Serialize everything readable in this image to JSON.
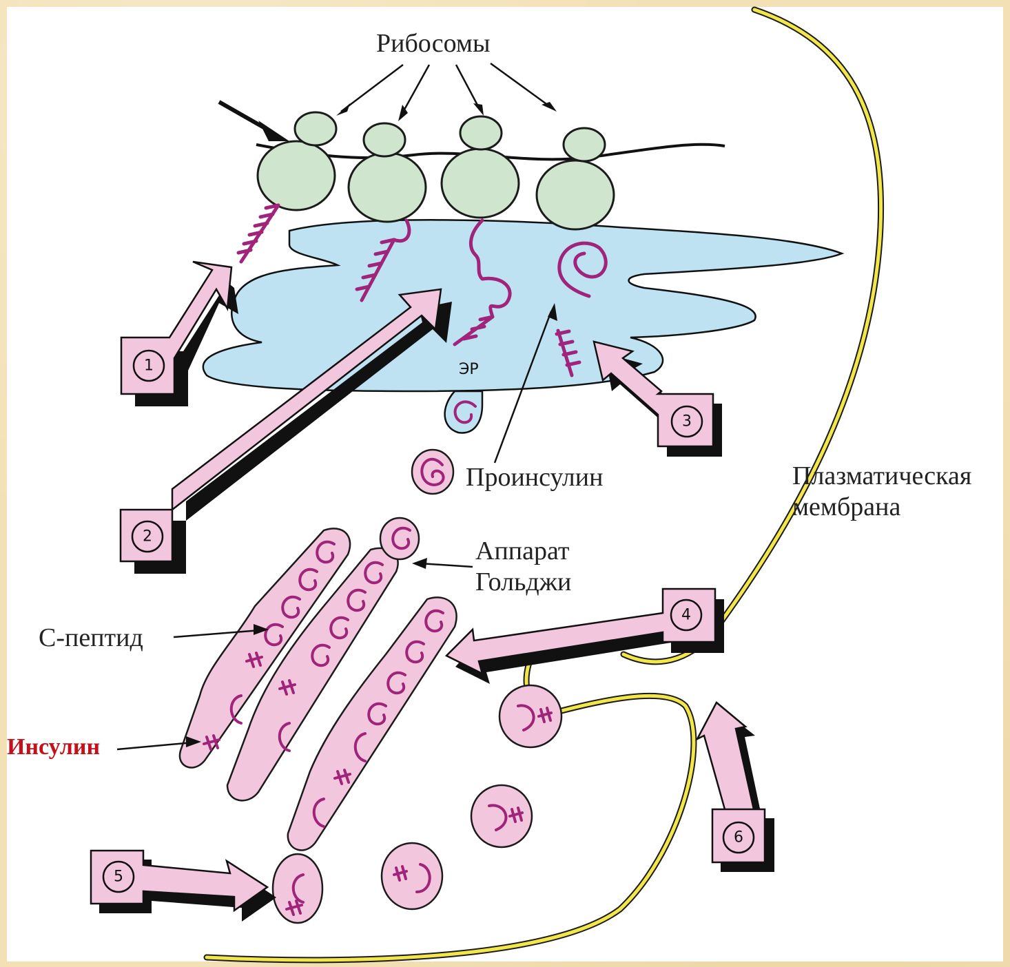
{
  "labels": {
    "ribosomes": "Рибосомы",
    "er": "ЭР",
    "proinsulin": "Проинсулин",
    "plasma_membrane_1": "Плазматическая",
    "plasma_membrane_2": "мембрана",
    "golgi_1": "Аппарат",
    "golgi_2": "Гольджи",
    "c_peptide": "С-пептид",
    "insulin": "Инсулин"
  },
  "steps": [
    "1",
    "2",
    "3",
    "4",
    "5",
    "6"
  ],
  "colors": {
    "ribosome_fill": "#cfe5cd",
    "er_fill": "#bfe2f2",
    "chain": "#a0247a",
    "vesicle_fill": "#f2c6dc",
    "membrane": "#f3e64a",
    "insulin_label": "#c4101a"
  }
}
